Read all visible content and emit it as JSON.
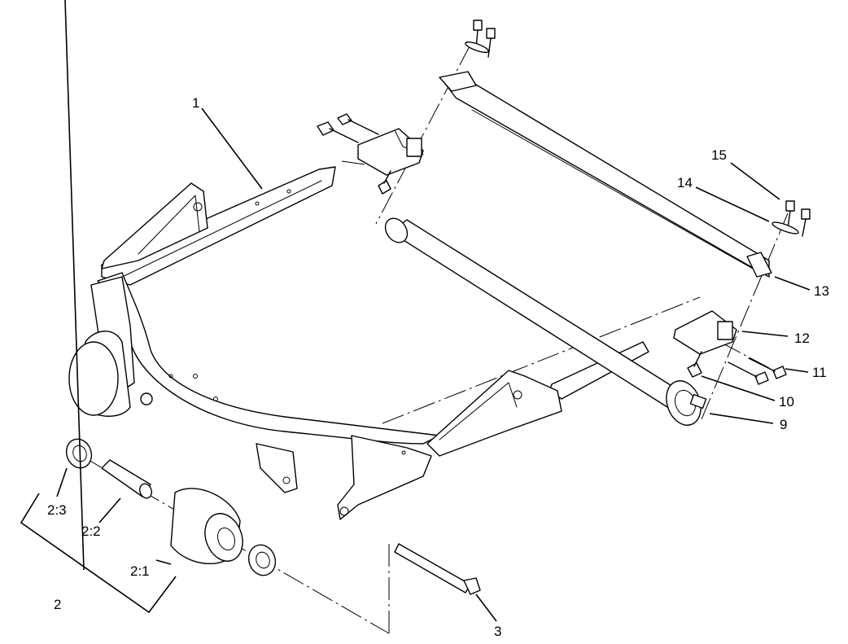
{
  "callouts": {
    "c1": "1",
    "c2": "2",
    "c2_1": "2:1",
    "c2_2": "2:2",
    "c2_3": "2:3",
    "c3": "3",
    "c9": "9",
    "c10": "10",
    "c11": "11",
    "c12": "12",
    "c13": "13",
    "c14": "14",
    "c15": "15"
  }
}
